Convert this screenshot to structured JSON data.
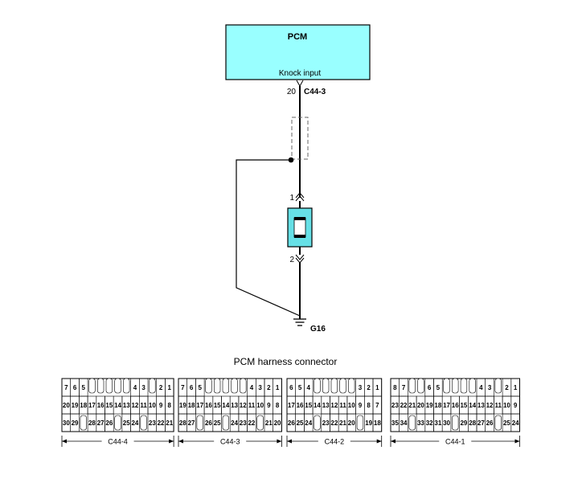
{
  "schematic": {
    "module_title": "PCM",
    "module_pin_label": "Knock input",
    "pin_number": "20",
    "connector_id": "C44-3",
    "sensor_pin_top": "1",
    "sensor_pin_bottom": "2",
    "ground_label": "G16",
    "colors": {
      "module_fill": "#99ffff",
      "sensor_fill": "#66e0e6",
      "line": "#000000",
      "shield": "#555555"
    }
  },
  "harness": {
    "title": "PCM harness connector",
    "connectors": [
      {
        "label": "C44-4",
        "rows": [
          [
            "7",
            "6",
            "5",
            "",
            "",
            "",
            "",
            "",
            "4",
            "3",
            "",
            "2",
            "1"
          ],
          [
            "20",
            "19",
            "18",
            "17",
            "16",
            "15",
            "14",
            "13",
            "12",
            "11",
            "10",
            "9",
            "8"
          ],
          [
            "30",
            "29",
            "",
            "28",
            "27",
            "26",
            "",
            "25",
            "24",
            "",
            "23",
            "22",
            "21"
          ]
        ]
      },
      {
        "label": "C44-3",
        "rows": [
          [
            "7",
            "6",
            "5",
            "",
            "",
            "",
            "",
            "",
            "4",
            "3",
            "2",
            "1"
          ],
          [
            "19",
            "18",
            "17",
            "16",
            "15",
            "14",
            "13",
            "12",
            "11",
            "10",
            "9",
            "8"
          ],
          [
            "28",
            "27",
            "",
            "26",
            "25",
            "",
            "24",
            "23",
            "22",
            "",
            "21",
            "20"
          ]
        ]
      },
      {
        "label": "C44-2",
        "rows": [
          [
            "6",
            "5",
            "4",
            "",
            "",
            "",
            "",
            "",
            "3",
            "2",
            "1"
          ],
          [
            "17",
            "16",
            "15",
            "14",
            "13",
            "12",
            "11",
            "10",
            "9",
            "8",
            "7"
          ],
          [
            "26",
            "25",
            "24",
            "",
            "23",
            "22",
            "21",
            "20",
            "",
            "19",
            "18"
          ]
        ]
      },
      {
        "label": "C44-1",
        "rows": [
          [
            "8",
            "7",
            "",
            "",
            "6",
            "5",
            "",
            "",
            "",
            "",
            "4",
            "3",
            "",
            "2",
            "1"
          ],
          [
            "23",
            "22",
            "21",
            "20",
            "19",
            "18",
            "17",
            "16",
            "15",
            "14",
            "13",
            "12",
            "11",
            "10",
            "9"
          ],
          [
            "35",
            "34",
            "",
            "33",
            "32",
            "31",
            "30",
            "",
            "29",
            "28",
            "27",
            "26",
            "",
            "25",
            "24"
          ]
        ]
      }
    ]
  }
}
